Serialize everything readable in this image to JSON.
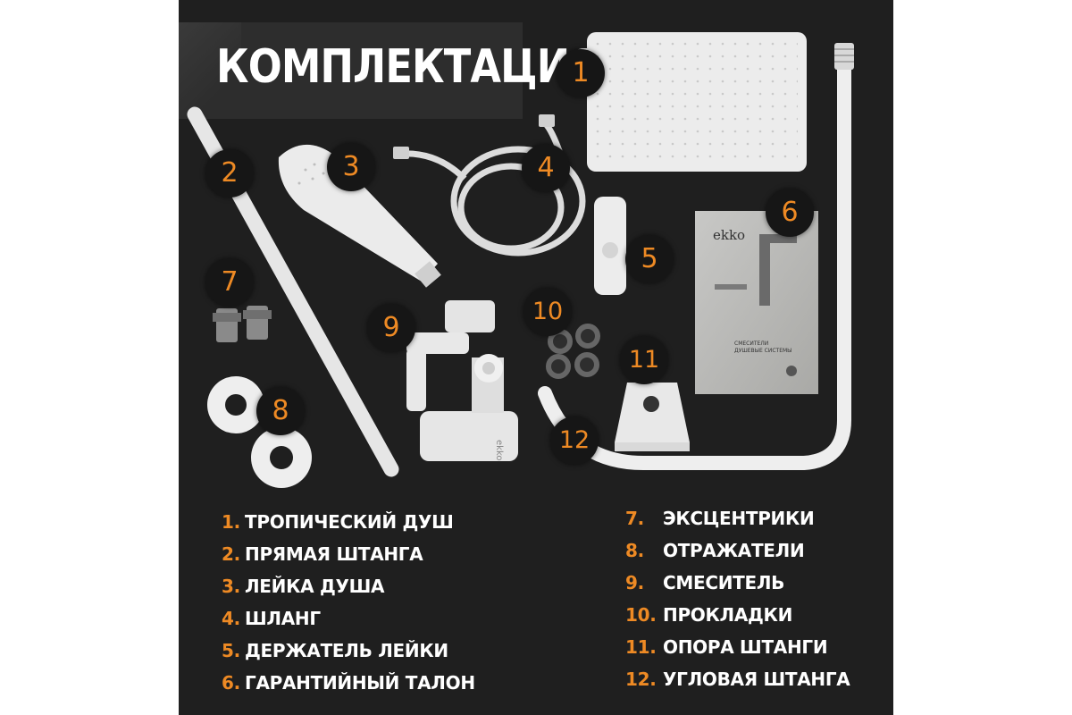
{
  "title": "КОМПЛЕКТАЦИЯ",
  "booklet": {
    "brand": "ekko",
    "caption_line1": "СМЕСИТЕЛИ",
    "caption_line2": "ДУШЕВЫЕ СИСТЕМЫ"
  },
  "mixer_brand": "ekko",
  "badges": [
    "1",
    "2",
    "3",
    "4",
    "5",
    "6",
    "7",
    "8",
    "9",
    "10",
    "11",
    "12"
  ],
  "items_left": [
    {
      "num": "1.",
      "label": "ТРОПИЧЕСКИЙ ДУШ"
    },
    {
      "num": "2.",
      "label": "ПРЯМАЯ ШТАНГА"
    },
    {
      "num": "3.",
      "label": "ЛЕЙКА ДУША"
    },
    {
      "num": "4.",
      "label": "ШЛАНГ"
    },
    {
      "num": "5.",
      "label": "ДЕРЖАТЕЛЬ ЛЕЙКИ"
    },
    {
      "num": "6.",
      "label": "ГАРАНТИЙНЫЙ ТАЛОН"
    }
  ],
  "items_right": [
    {
      "num": "7.",
      "label": "ЭКСЦЕНТРИКИ"
    },
    {
      "num": "8.",
      "label": "ОТРАЖАТЕЛИ"
    },
    {
      "num": "9.",
      "label": "СМЕСИТЕЛЬ"
    },
    {
      "num": "10.",
      "label": "ПРОКЛАДКИ"
    },
    {
      "num": "11.",
      "label": "ОПОРА ШТАНГИ"
    },
    {
      "num": "12.",
      "label": "УГЛОВАЯ ШТАНГА"
    }
  ],
  "colors": {
    "background": "#1f1f1f",
    "accent": "#ee8a24",
    "text": "#ffffff"
  }
}
